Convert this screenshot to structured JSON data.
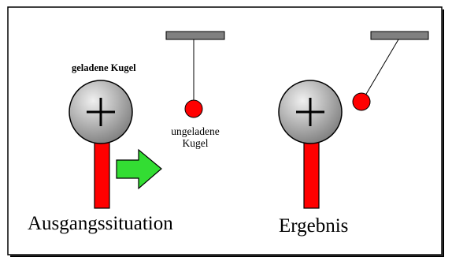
{
  "labels": {
    "charged_ball": "geladene Kugel",
    "uncharged_ball_line1": "ungeladene",
    "uncharged_ball_line2": "Kugel",
    "initial_situation": "Ausgangssituation",
    "result": "Ergebnis"
  },
  "symbols": {
    "charge_sign": "+"
  },
  "colors": {
    "rod": "#ff0000",
    "pendulum_ball": "#ff0000",
    "arrow": "#33dd33",
    "support_bar": "#808080",
    "sphere_light": "#f0f0f0",
    "sphere_dark": "#7a7a7a"
  },
  "icons": {
    "arrow": "right-arrow-icon",
    "charge": "plus-icon"
  }
}
